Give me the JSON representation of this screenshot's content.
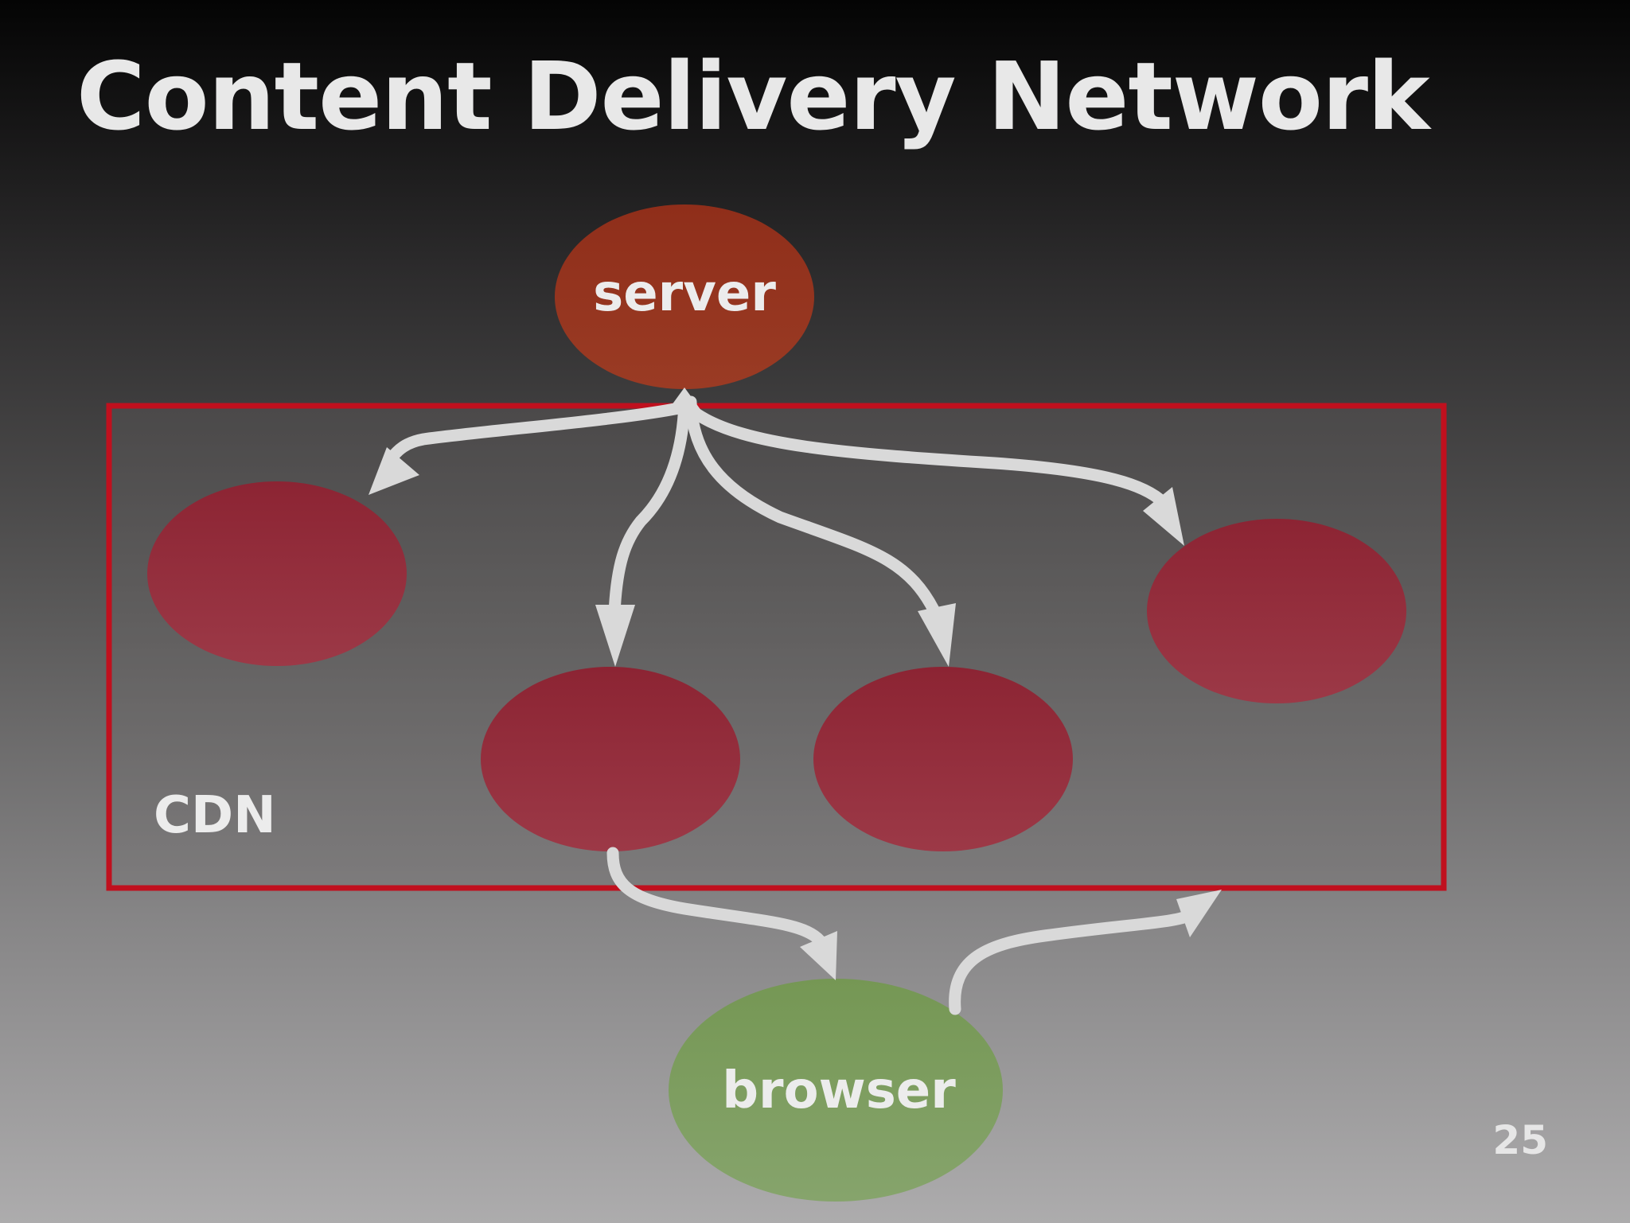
{
  "slide": {
    "title": "Content Delivery Network",
    "page_number": "25"
  },
  "diagram": {
    "group_label": "CDN",
    "nodes": {
      "server": {
        "label": "server",
        "color": "#953520"
      },
      "browser": {
        "label": "browser",
        "color": "#7e9e62"
      },
      "edge_color": "#922d3b"
    },
    "group_border_color": "#c0101e",
    "arrow_color": "#d9d9d9"
  }
}
